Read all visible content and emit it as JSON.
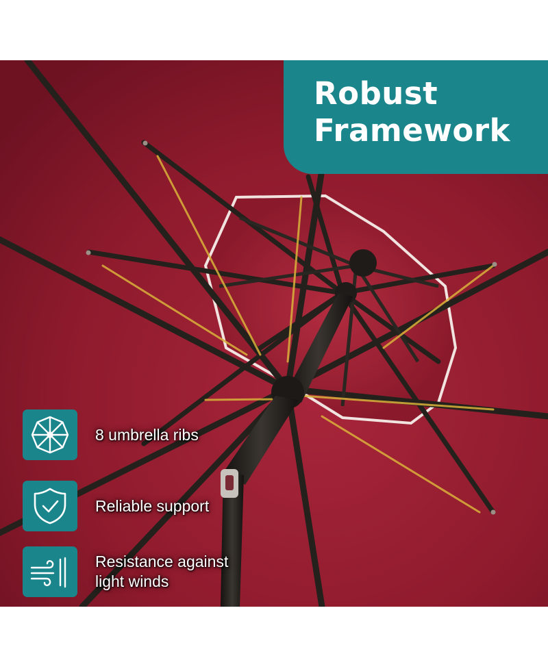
{
  "title": {
    "line1": "Robust",
    "line2": "Framework"
  },
  "features": [
    {
      "icon": "umbrella-ribs-icon",
      "lines": [
        "8 umbrella ribs"
      ]
    },
    {
      "icon": "shield-check-icon",
      "lines": [
        "Reliable support"
      ]
    },
    {
      "icon": "wind-resistance-icon",
      "lines": [
        "Resistance against",
        "light winds"
      ]
    }
  ],
  "colors": {
    "accent_teal": "#1b858c",
    "canopy_red": "#8e1a2c",
    "frame_dark": "#24211d",
    "rib_highlight": "#d9b23a"
  }
}
